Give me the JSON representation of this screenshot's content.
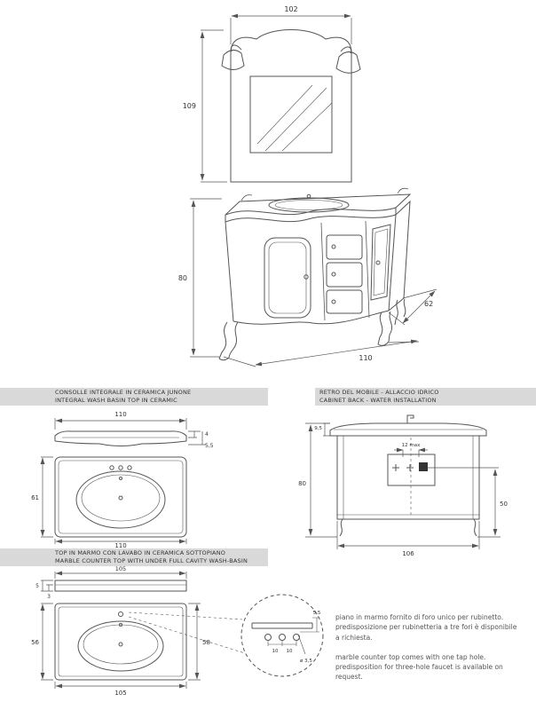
{
  "colors": {
    "line": "#555555",
    "text": "#333333",
    "label_bar_bg": "#d9d9d9"
  },
  "overview": {
    "dim_mirror_width": "102",
    "dim_mirror_height": "109",
    "dim_cabinet_height": "80",
    "dim_cabinet_depth": "62",
    "dim_cabinet_width": "110"
  },
  "ceramic_top": {
    "title_line1": "CONSOLLE INTEGRALE IN CERAMICA JUNONE",
    "title_line2": "INTEGRAL WASH BASIN TOP IN CERAMIC",
    "profile_width": "110",
    "profile_thickness_a": "4",
    "profile_thickness_b": "5,5",
    "front_depth": "61",
    "front_width": "110"
  },
  "cabinet_back": {
    "title_line1": "RETRO DEL MOBILE - ALLACCIO IDRICO",
    "title_line2": "CABINET BACK - WATER INSTALLATION",
    "dim_top_clearance": "9,5",
    "dim_drain_zone": "12 max",
    "dim_height": "80",
    "dim_inlet_height": "50",
    "dim_width": "106"
  },
  "marble_top": {
    "title_line1": "TOP IN MARMO CON LAVABO IN CERAMICA SOTTOPIANO",
    "title_line2": "MARBLE COUNTER TOP WITH UNDER FULL CAVITY WASH-BASIN",
    "profile_width": "105",
    "profile_thickness_a": "5",
    "profile_thickness_b": "3",
    "front_depth": "56",
    "front_height_total": "58",
    "front_width": "105",
    "detail": {
      "spacing_left": "10",
      "edge_offset": "5,5",
      "spacing_right": "10",
      "hole_diameter": "ø 3,5"
    },
    "note_it": "piano in marmo fornito di foro unico per rubinetto. predisposizione per rubinetteria a tre fori è disponibile a richiesta.",
    "note_en": "marble counter top comes with one tap hole. predisposition for three-hole faucet is available on request."
  }
}
